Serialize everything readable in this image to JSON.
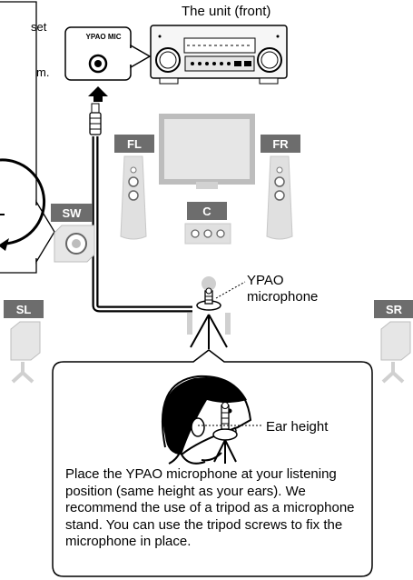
{
  "unit_label": "The unit (front)",
  "ypao_mic_jack_label": "YPAO MIC",
  "left_panel_fragments": [
    "set",
    "m."
  ],
  "speakers": {
    "fl": "FL",
    "fr": "FR",
    "c": "C",
    "sw": "SW",
    "sl": "SL",
    "sr": "SR"
  },
  "microphone_label": [
    "YPAO",
    "microphone"
  ],
  "ear_height_label": "Ear height",
  "instruction_text": "Place the YPAO microphone at your listening position (same height as your ears). We recommend the use of a tripod as a microphone stand. You can use the tripod screws to fix the microphone in place.",
  "colors": {
    "speaker_label_bg": "#6d6d6d",
    "speaker_body": "#e0e0e0",
    "tv_screen": "#e6e6e6",
    "cable": "#000000"
  }
}
